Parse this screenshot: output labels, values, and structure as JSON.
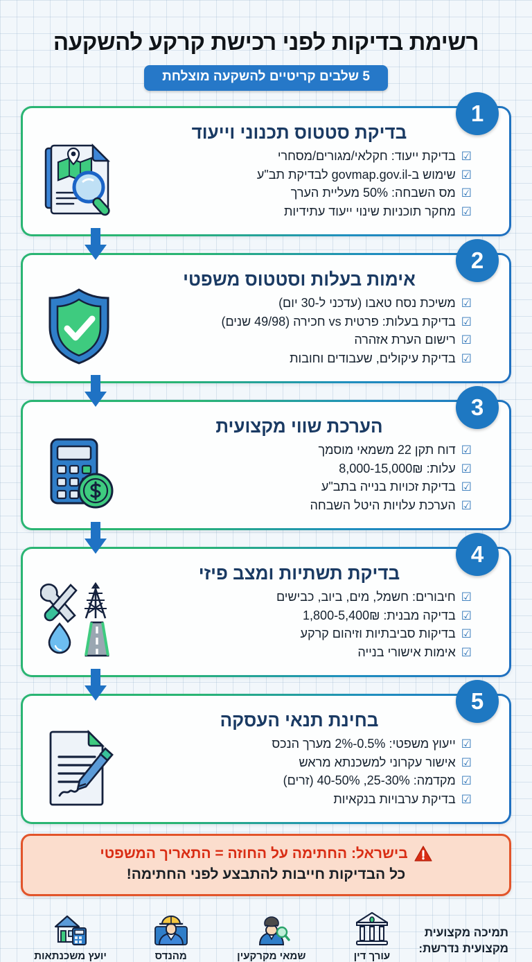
{
  "header": {
    "title": "רשימת בדיקות לפני רכישת קרקע להשקעה",
    "subtitle_badge": "5 שלבים קריטיים להשקעה מוצלחת"
  },
  "colors": {
    "accent_blue": "#2678c8",
    "badge_blue": "#1e78c2",
    "title_navy": "#1a3a63",
    "border_green": "#2ab573",
    "warning_red": "#d92d14",
    "warning_border": "#e2542a",
    "warning_bg": "#fbddcd",
    "page_bg": "#f2f7fb"
  },
  "icons": {
    "check": "☑",
    "warning": "warning-triangle-icon"
  },
  "steps": [
    {
      "number": "1",
      "title": "בדיקת סטטוס תכנוני וייעוד",
      "icon": "document-map-magnifier-icon",
      "items": [
        "בדיקת ייעוד: חקלאי/מגורים/מסחרי",
        "שימוש ב-govmap.gov.il לבדיקת תב\"ע",
        "מס השבחה: 50% מעליית הערך",
        "מחקר תוכניות שינוי ייעוד עתידיות"
      ]
    },
    {
      "number": "2",
      "title": "אימות בעלות וסטטוס משפטי",
      "icon": "shield-check-icon",
      "items": [
        "משיכת נסח טאבו (עדכני ל-30 יום)",
        "בדיקת בעלות: פרטית vs חכירה (49/98 שנים)",
        "רישום הערת אזהרה",
        "בדיקת עיקולים, שעבודים וחובות"
      ]
    },
    {
      "number": "3",
      "title": "הערכת שווי מקצועית",
      "icon": "calculator-coin-icon",
      "items": [
        "דוח תקן 22 משמאי מוסמך",
        "עלות: 8,000-15,000₪",
        "בדיקת זכויות בנייה בתב\"ע",
        "הערכת עלויות היטל השבחה"
      ]
    },
    {
      "number": "4",
      "title": "בדיקת תשתיות ומצב פיזי",
      "icon": "tools-powerline-water-road-icon",
      "items": [
        "חיבורים: חשמל, מים, ביוב, כבישים",
        "בדיקה מבנית: 1,800-5,400₪",
        "בדיקות סביבתיות וזיהום קרקע",
        "אימות אישורי בנייה"
      ]
    },
    {
      "number": "5",
      "title": "בחינת תנאי העסקה",
      "icon": "contract-pen-icon",
      "items": [
        "ייעוץ משפטי: 0.5%-2% מערך הנכס",
        "אישור עקרוני למשכנתא מראש",
        "מקדמה: 25-30%, 40-50% (זרים)",
        "בדיקת ערבויות בנקאיות"
      ]
    }
  ],
  "warning": {
    "line1": "בישראל: החתימה על החוזה = התאריך המשפטי",
    "line2": "כל הבדיקות חייבות להתבצע לפני החתימה!"
  },
  "footer": {
    "label_line1": "תמיכה מקצועית",
    "label_line2": "מקצועית נדרשת:",
    "professionals": [
      {
        "label": "עורך דין",
        "icon": "courthouse-icon"
      },
      {
        "label": "שמאי מקרקעין",
        "icon": "appraiser-person-magnifier-icon"
      },
      {
        "label": "מהנדס",
        "icon": "engineer-helmet-icon"
      },
      {
        "label": "יועץ משכנתאות",
        "icon": "house-calculator-icon"
      }
    ]
  }
}
